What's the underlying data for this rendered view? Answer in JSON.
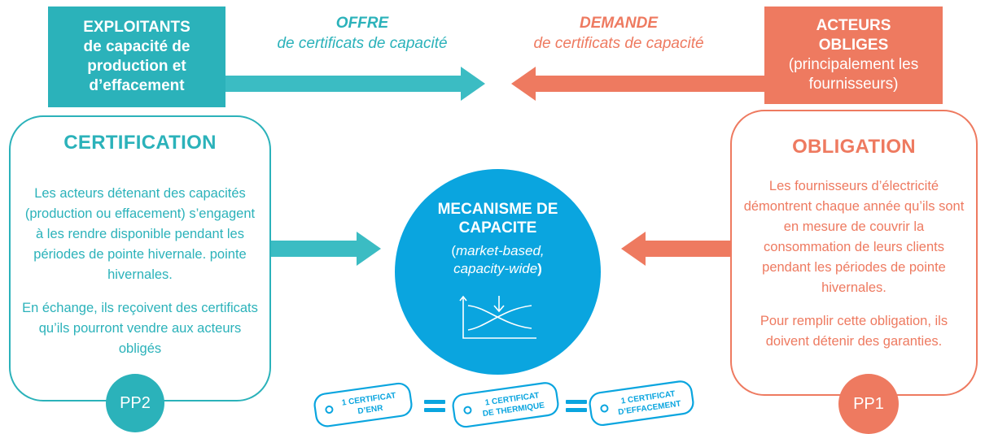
{
  "left_header": {
    "line1": "EXPLOITANTS",
    "line2": "de capacité de",
    "line3": "production et",
    "line4": "d’effacement"
  },
  "right_header": {
    "line1": "ACTEURS",
    "line2": "OBLIGES",
    "line3": "(principalement les",
    "line4": "fournisseurs)"
  },
  "offre": {
    "title": "OFFRE",
    "subtitle": "de certificats de capacité"
  },
  "demande": {
    "title": "DEMANDE",
    "subtitle": "de certificats de capacité"
  },
  "certification": {
    "title": "CERTIFICATION",
    "p1": "Les acteurs détenant des capacités (production ou effacement) s’engagent à les rendre disponible pendant les périodes de pointe hivernale. pointe hivernales.",
    "p2": "En échange, ils reçoivent des certificats qu’ils pourront vendre aux acteurs obligés",
    "badge": "PP2"
  },
  "obligation": {
    "title": "OBLIGATION",
    "p1": "Les fournisseurs d’électricité démontrent chaque année qu’ils sont en mesure de couvrir la consommation de leurs clients pendant les périodes de pointe hivernales.",
    "p2": "Pour remplir cette obligation, ils doivent détenir des garanties.",
    "badge": "PP1"
  },
  "center": {
    "title_l1": "MECANISME DE",
    "title_l2": "CAPACITE",
    "open_paren": "(",
    "sub_l1": "market-based,",
    "sub_l2": "capacity-wide",
    "close_paren": ")"
  },
  "certificates": [
    {
      "l1": "1 CERTIFICAT",
      "l2": "D’ENR"
    },
    {
      "l1": "1 CERTIFICAT",
      "l2": "DE THERMIQUE"
    },
    {
      "l1": "1 CERTIFICAT",
      "l2": "D’EFFACEMENT"
    }
  ],
  "colors": {
    "teal": "#2bb2ba",
    "coral": "#ee7a60",
    "blue": "#0aa5df"
  }
}
